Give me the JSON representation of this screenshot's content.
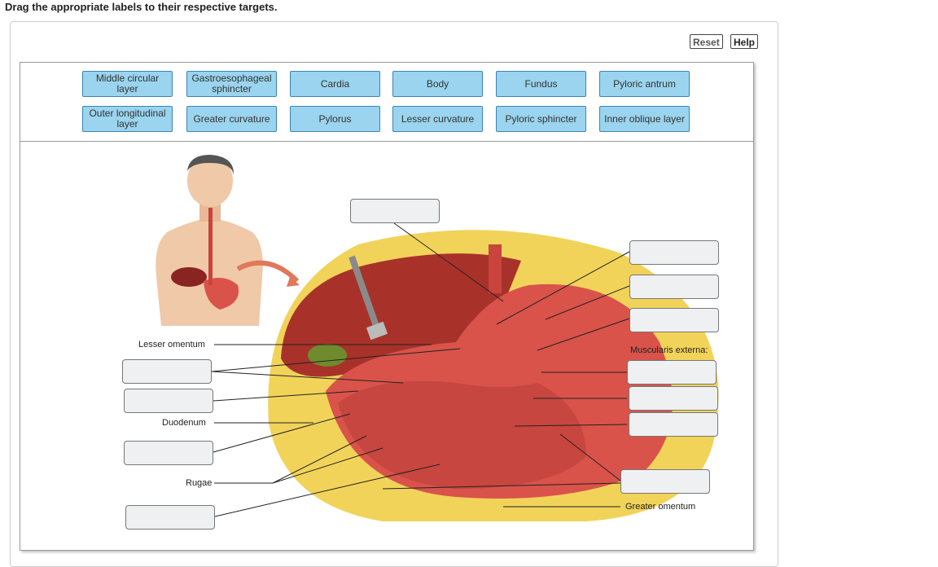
{
  "instructions": "Drag the appropriate labels to their respective targets.",
  "buttons": {
    "reset": "Reset",
    "help": "Help"
  },
  "label_bank": [
    "Middle circular layer",
    "Gastroesophageal sphincter",
    "Cardia",
    "Body",
    "Fundus",
    "Pyloric antrum",
    "Outer longitudinal layer",
    "Greater curvature",
    "Pylorus",
    "Lesser curvature",
    "Pyloric sphincter",
    "Inner oblique layer"
  ],
  "static_labels": {
    "lesser_omentum": "Lesser omentum",
    "duodenum": "Duodenum",
    "rugae": "Rugae",
    "muscularis_externa": "Muscularis externa:",
    "greater_omentum": "Greater omentum"
  },
  "colors": {
    "chip_fill": "#9ad4ee",
    "chip_border": "#3a84b8",
    "target_fill": "#eef0f1",
    "stomach": "#d9534a",
    "liver": "#a8322a",
    "fat": "#f2d35a"
  }
}
